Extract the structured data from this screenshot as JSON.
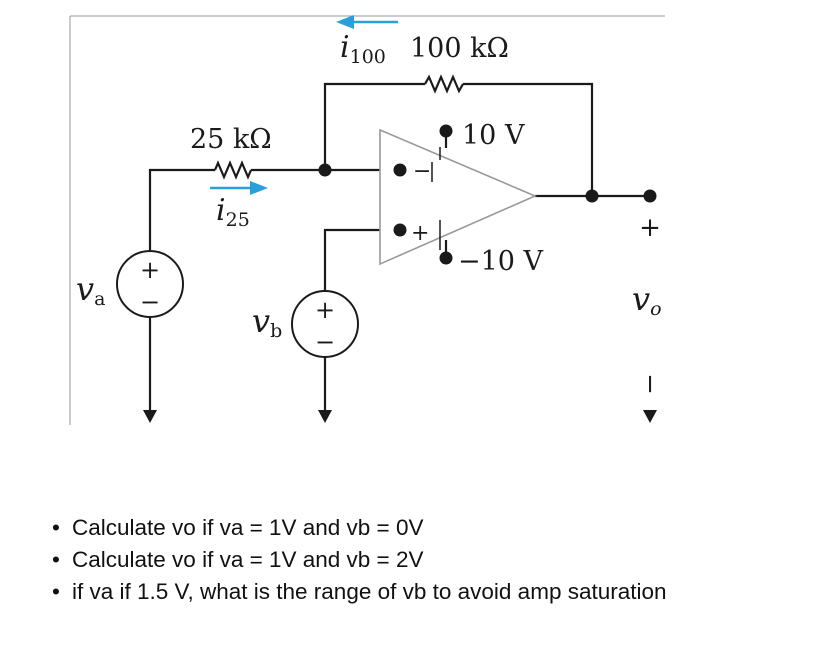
{
  "circuit": {
    "labels": {
      "i100": "i",
      "i100_sub": "100",
      "r100": "100 kΩ",
      "r25": "25 kΩ",
      "i25": "i",
      "i25_sub": "25",
      "vpos": "10 V",
      "vneg": "−10 V",
      "va": "v",
      "va_sub": "a",
      "vb": "v",
      "vb_sub": "b",
      "vo": "v",
      "vo_sub": "o",
      "opamp_minus": "−",
      "opamp_plus": "+",
      "src_plus": "+",
      "src_minus": "−",
      "out_plus": "+",
      "out_minus": "−"
    },
    "colors": {
      "wire": "#1a1a1a",
      "arrow": "#2b9fd9",
      "frame": "#999999"
    }
  },
  "questions": [
    {
      "bullet": "•",
      "text": "Calculate vo if va = 1V and vb = 0V"
    },
    {
      "bullet": "•",
      "text": "Calculate vo if va = 1V and vb = 2V"
    },
    {
      "bullet": "•",
      "text": "if va if 1.5 V, what is the range of vb to avoid amp saturation"
    }
  ]
}
